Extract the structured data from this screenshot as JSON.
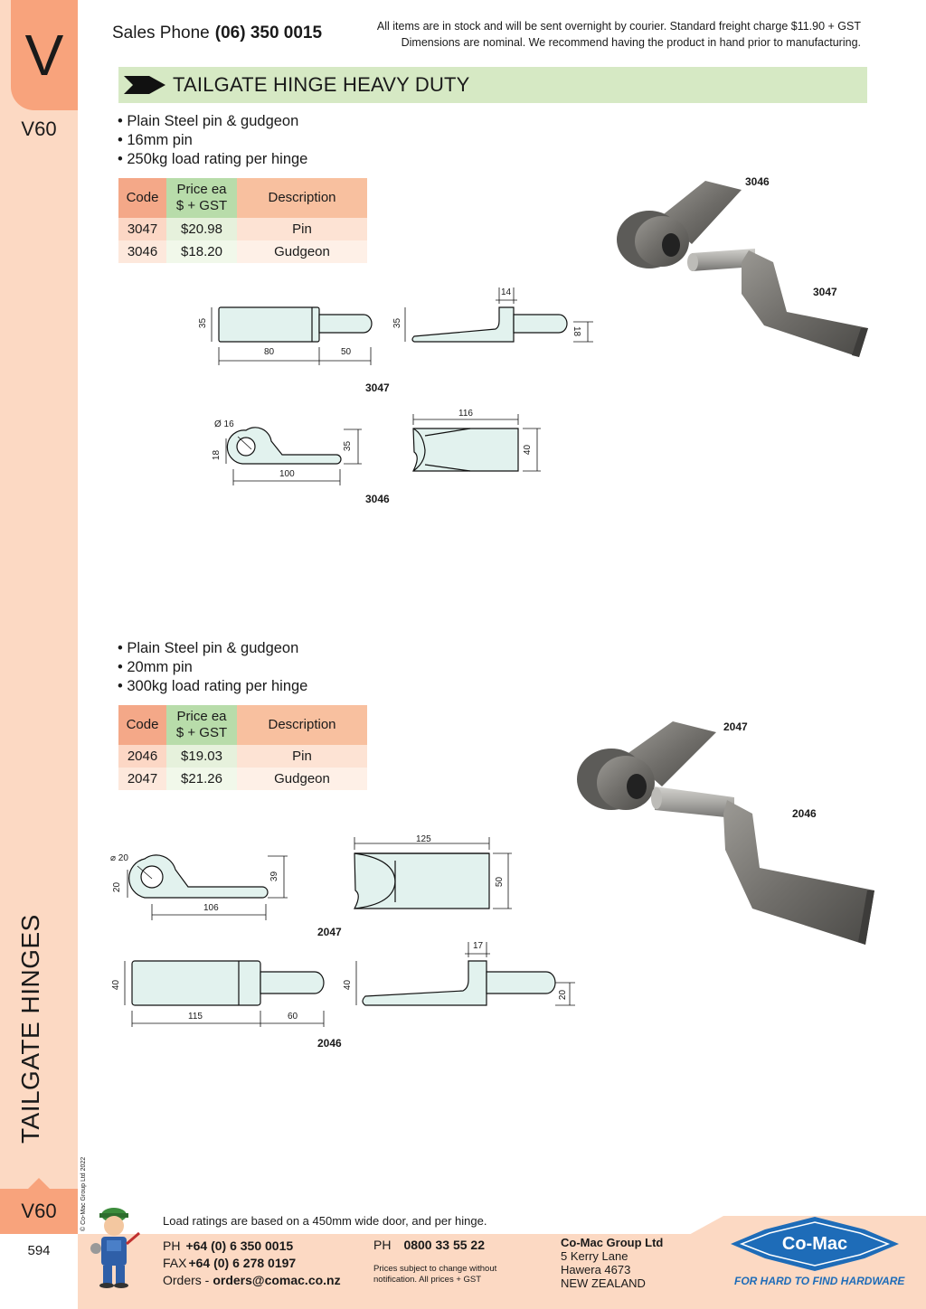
{
  "header": {
    "sales_label": "Sales Phone",
    "sales_number": "(06) 350 0015",
    "notice_line1": "All items are in stock and will be sent overnight by courier. Standard freight charge $11.90 + GST",
    "notice_line2": "Dimensions are nominal. We recommend having the product in hand prior to manufacturing."
  },
  "side": {
    "letter": "V",
    "code": "V60",
    "vertical_title": "TAILGATE HINGES",
    "copyright": "© Co-Mac Group Ltd 2022",
    "bottom_code": "V60",
    "page_number": "594"
  },
  "section": {
    "title": "TAILGATE HINGE HEAVY DUTY"
  },
  "product1": {
    "features": [
      "Plain Steel pin & gudgeon",
      "16mm pin",
      "250kg load rating per hinge"
    ],
    "table": {
      "headers": {
        "code": "Code",
        "price_line1": "Price ea",
        "price_line2": "$ + GST",
        "description": "Description"
      },
      "rows": [
        {
          "code": "3047",
          "price": "$20.98",
          "description": "Pin"
        },
        {
          "code": "3046",
          "price": "$18.20",
          "description": "Gudgeon"
        }
      ]
    },
    "photo_labels": {
      "gudgeon": "3046",
      "pin": "3047"
    },
    "drawings": {
      "pin_label": "3047",
      "gudgeon_label": "3046",
      "pin_dims": {
        "height": "35",
        "body": "80",
        "pin": "50",
        "flange_height": "35",
        "flange": "14",
        "pin_dia": "18"
      },
      "gudgeon_dims": {
        "hole": "Ø 16",
        "eye": "18",
        "length": "100",
        "height": "35",
        "width": "116",
        "depth": "40"
      }
    }
  },
  "product2": {
    "features": [
      "Plain Steel pin & gudgeon",
      "20mm pin",
      "300kg load rating per hinge"
    ],
    "table": {
      "headers": {
        "code": "Code",
        "price_line1": "Price ea",
        "price_line2": "$ + GST",
        "description": "Description"
      },
      "rows": [
        {
          "code": "2046",
          "price": "$19.03",
          "description": "Pin"
        },
        {
          "code": "2047",
          "price": "$21.26",
          "description": "Gudgeon"
        }
      ]
    },
    "photo_labels": {
      "gudgeon": "2047",
      "pin": "2046"
    },
    "drawings": {
      "gudgeon_label": "2047",
      "pin_label": "2046",
      "gudgeon_dims": {
        "hole": "⌀ 20",
        "eye": "20",
        "length": "106",
        "height": "39",
        "width": "125",
        "depth": "50"
      },
      "pin_dims": {
        "height": "40",
        "body": "115",
        "pin": "60",
        "flange_height": "40",
        "flange": "17",
        "pin_dia": "20"
      }
    }
  },
  "footer": {
    "load_note": "Load ratings are based on a 450mm wide door, and per hinge.",
    "ph_label": "PH",
    "ph_number": "+64 (0) 6 350 0015",
    "fax_label": "FAX",
    "fax_number": "+64 (0) 6 278 0197",
    "orders_label": "Orders -",
    "orders_email": "orders@comac.co.nz",
    "ph2_label": "PH",
    "ph2_number": "0800 33 55 22",
    "price_note": "Prices subject to change without notification. All prices + GST",
    "company": "Co-Mac Group Ltd",
    "address1": "5 Kerry Lane",
    "address2": "Hawera 4673",
    "address3": "NEW ZEALAND",
    "logo_text": "Co-Mac",
    "tagline": "FOR HARD TO FIND HARDWARE"
  },
  "colors": {
    "strip": "#fcd9c3",
    "tab": "#f8a37c",
    "title_band": "#d6e9c4",
    "part_fill": "#e2f2ee",
    "logo_blue": "#1e6cb8"
  }
}
